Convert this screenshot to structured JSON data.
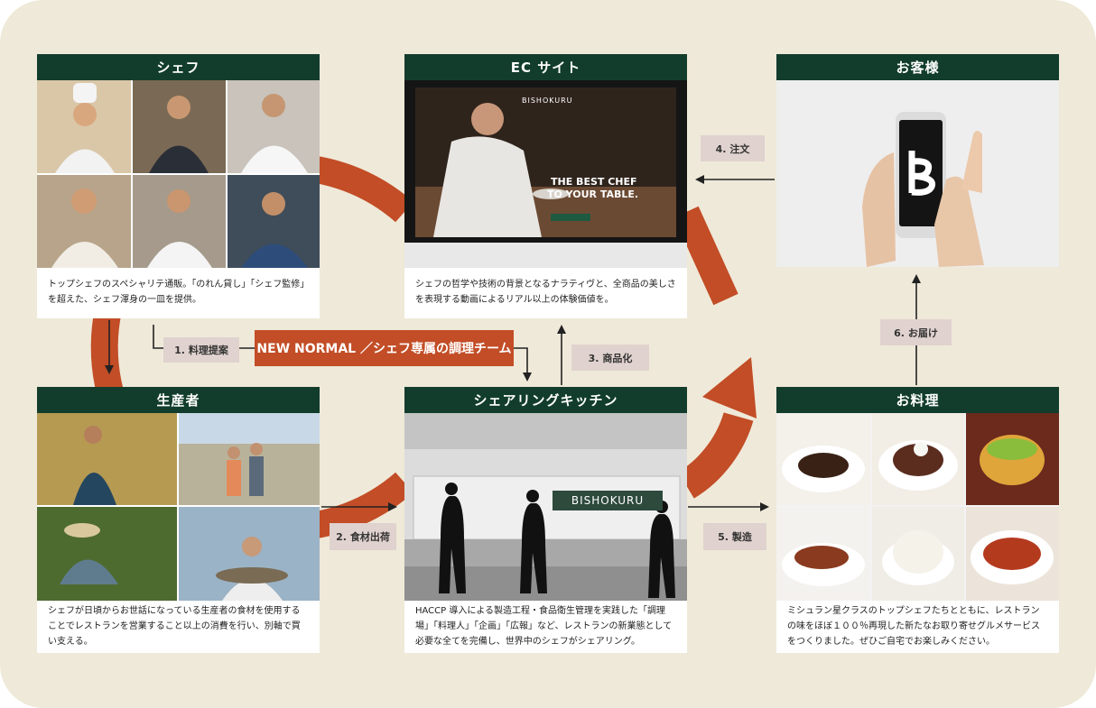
{
  "cards": {
    "chef": {
      "title": "シェフ",
      "desc": "トップシェフのスペシャリテ通販。「のれん貸し」「シェフ監修」を超えた、シェフ渾身の一皿を提供。"
    },
    "ec_site": {
      "title": "EC サイト",
      "desc": "シェフの哲学や技術の背景となるナラティヴと、全商品の美しさを表現する動画によるリアル以上の体験価値を。",
      "screen_brand": "BISHOKURU",
      "screen_headline_1": "THE BEST CHEF",
      "screen_headline_2": "TO YOUR TABLE."
    },
    "customer": {
      "title": "お客様"
    },
    "producer": {
      "title": "生産者",
      "desc": "シェフが日頃からお世話になっている生産者の食材を使用することでレストランを営業すること以上の消費を行い、別軸で買い支える。"
    },
    "kitchen": {
      "title": "シェアリングキッチン",
      "desc": "HACCP 導入による製造工程・食品衛生管理を実践した「調理場」「料理人」「企画」「広報」など、レストランの新業態として必要な全てを完備し、世界中のシェフがシェアリング。",
      "sign": "BISHOKURU"
    },
    "cuisine": {
      "title": "お料理",
      "desc": "ミシュラン星クラスのトップシェフたちとともに、レストランの味をほぼ１００％再現した新たなお取り寄せグルメサービスをつくりました。ぜひご自宅でお楽しみください。"
    }
  },
  "banner": "NEW NORMAL ／シェフ専属の調理チーム",
  "steps": {
    "s1": "1. 料理提案",
    "s2": "2. 食材出荷",
    "s3": "3. 商品化",
    "s4": "4. 注文",
    "s5": "5. 製造",
    "s6": "6. お届け"
  },
  "colors": {
    "background": "#efe9d9",
    "header": "#123d2d",
    "cycle_arrow": "#c24d26",
    "step_tag": "#e0d2cf"
  }
}
